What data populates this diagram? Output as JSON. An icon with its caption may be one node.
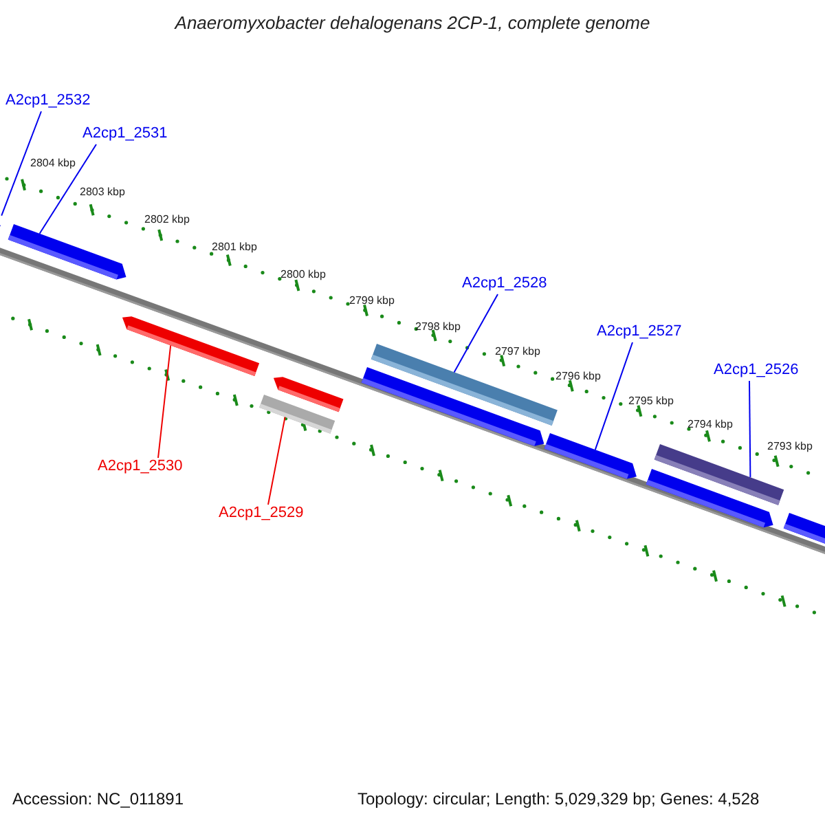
{
  "diagram": {
    "title": "Anaeromyxobacter dehalogenans 2CP-1, complete genome",
    "nodes": [
      {
        "text": [
          "A2cp1_2532"
        ]
      },
      {
        "text": [
          "A2cp1_2531"
        ]
      },
      {
        "text": [
          "A2cp1_2528"
        ]
      },
      {
        "text": [
          "A2cp1_2527"
        ]
      },
      {
        "text": [
          "A2cp1_2526"
        ]
      },
      {
        "text": [
          "A2cp1_2530"
        ]
      },
      {
        "text": [
          "A2cp1_2529"
        ]
      },
      {
        "text": [],
        "shape": "arrow"
      },
      {
        "text": [],
        "shape": "arrow"
      },
      {
        "text": [],
        "shape": "arrow"
      },
      {
        "text": [],
        "shape": "arrow"
      },
      {
        "text": [],
        "shape": "bar"
      },
      {
        "text": [],
        "shape": "bar"
      },
      {
        "text": [],
        "shape": "arrow"
      },
      {
        "text": [],
        "shape": "arrow"
      },
      {
        "text": [],
        "shape": "bar"
      },
      {
        "text": [],
        "shape": "arrow"
      },
      {
        "text": [],
        "shape": "arrow"
      }
    ],
    "edges": [
      {
        "from": 0,
        "to": 7,
        "arrow": "none"
      },
      {
        "from": 1,
        "to": 8,
        "arrow": "none"
      },
      {
        "from": 2,
        "to": 12,
        "arrow": "none"
      },
      {
        "from": 3,
        "to": 14,
        "arrow": "none"
      },
      {
        "from": 4,
        "to": 15,
        "arrow": "none"
      },
      {
        "from": 5,
        "to": 9,
        "arrow": "none",
        "color": "#ee0000"
      },
      {
        "from": 6,
        "to": 11,
        "arrow": "none",
        "color": "#ee0000"
      }
    ],
    "labels": [
      "2804 kbp",
      "2803 kbp",
      "2802 kbp",
      "2801 kbp",
      "2800 kbp",
      "2799 kbp",
      "2798 kbp",
      "2797 kbp",
      "2796 kbp",
      "2795 kbp",
      "2794 kbp",
      "2793 kbp",
      "Accession: NC_011891",
      "Topology: circular; Length: 5,029,329 bp; Genes: 4,528"
    ]
  }
}
